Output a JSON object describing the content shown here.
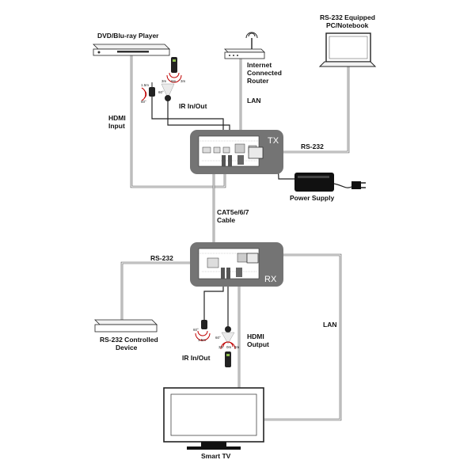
{
  "devices": {
    "player": "DVD/Blu-ray Player",
    "pc_line1": "RS-232 Equipped",
    "pc_line2": "PC/Notebook",
    "router_line1": "Internet",
    "router_line2": "Connected",
    "router_line3": "Router",
    "power": "Power Supply",
    "rs232_device_line1": "RS-232 Controlled",
    "rs232_device_line2": "Device",
    "tv": "Smart TV"
  },
  "units": {
    "tx": "TX",
    "rx": "RX"
  },
  "connections": {
    "hdmi_input_line1": "HDMI",
    "hdmi_input_line2": "Input",
    "ir_top": "IR In/Out",
    "lan_top": "LAN",
    "rs232_top": "RS-232",
    "cat_line1": "CAT5e/6/7",
    "cat_line2": "Cable",
    "rs232_bottom": "RS-232",
    "lan_right": "LAN",
    "hdmi_output_line1": "HDMI",
    "hdmi_output_line2": "Output",
    "ir_bottom": "IR In/Out"
  },
  "ir_range_top": {
    "left_range": "1.5m",
    "left_angle": "60°",
    "dist_left": "3m",
    "dist_center": "0m",
    "dist_right": "3m",
    "angle": "60°"
  },
  "ir_range_bottom": {
    "left_angle": "60°",
    "left_range": "1.5m",
    "angle": "60°",
    "dist_left": "3m",
    "dist_center": "0m",
    "dist_right": "3m"
  }
}
